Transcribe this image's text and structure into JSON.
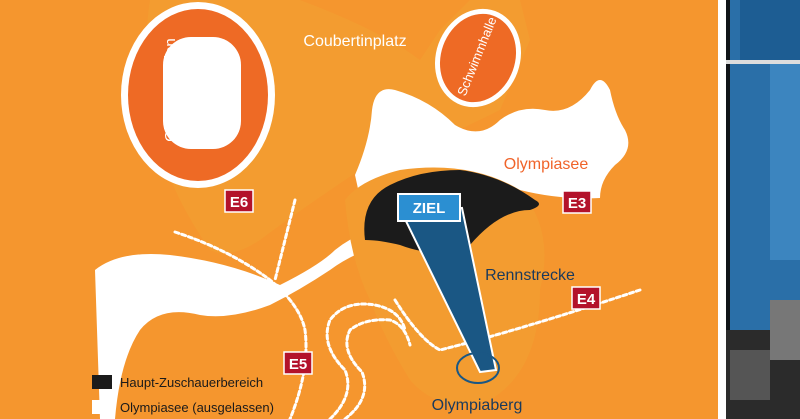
{
  "colors": {
    "background_orange": "#f5962e",
    "inner_orange": "#f39c30",
    "stadium_red": "#ee6a25",
    "lake_white": "#ffffff",
    "spectator_black": "#1b1b1b",
    "track_blue": "#1a5784",
    "finish_blue": "#2b8fd2",
    "entrance_red": "#b3122b",
    "label_orange": "#f0642a"
  },
  "places": {
    "stadium": "Olympiastadion",
    "pool": "Schwimmhalle",
    "square": "Coubertinplatz",
    "lake": "Olympiasee",
    "track": "Rennstrecke",
    "hill": "Olympiaberg",
    "finish": "ZIEL"
  },
  "entrances": [
    "E6",
    "E3",
    "E4",
    "E5"
  ],
  "legend": {
    "spectator_area": "Haupt-Zuschauerbereich",
    "lake_omitted": "Olympiasee (ausgelassen)"
  }
}
